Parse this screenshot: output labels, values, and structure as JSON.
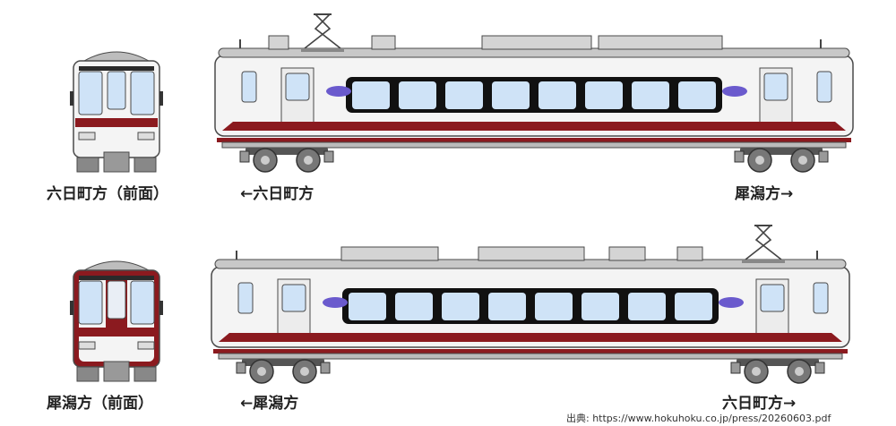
{
  "colors": {
    "body": "#f4f4f4",
    "outline": "#4a4a4a",
    "stripe": "#8b1a1f",
    "window": "#cfe3f7",
    "window_band": "#111111",
    "roof": "#c8c8c8",
    "bogie": "#555555"
  },
  "row1": {
    "front_label": "六日町方（前面）",
    "left_direction": "←六日町方",
    "right_direction": "犀潟方→",
    "front_style": "white-face"
  },
  "row2": {
    "front_label": "犀潟方（前面）",
    "left_direction": "←犀潟方",
    "right_direction": "六日町方→",
    "front_style": "red-face"
  },
  "source": "出典: https://www.hokuhoku.co.jp/press/20260603.pdf",
  "icons": [
    "pantograph-icon",
    "logo-icon",
    "bogie-icon"
  ]
}
